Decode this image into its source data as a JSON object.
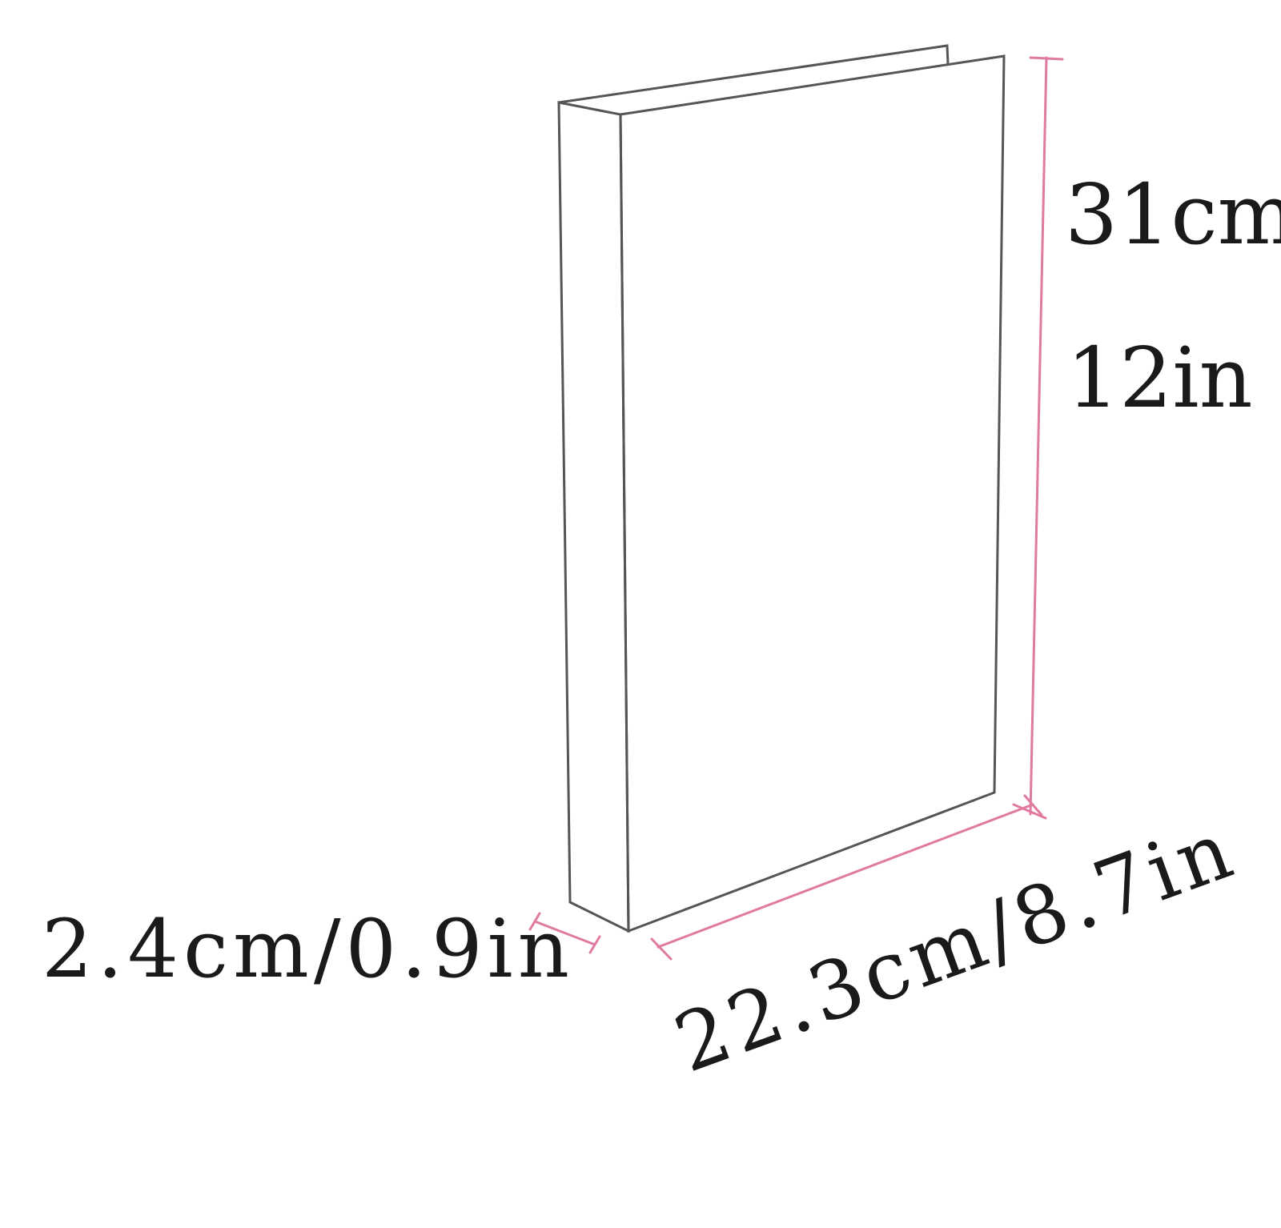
{
  "diagram": {
    "subject": "book",
    "colors": {
      "outline": "#555555",
      "dimension_lines": "#e07aa0",
      "text": "#1a1a1a",
      "background": "#ffffff"
    },
    "dimensions": {
      "height_cm": "31cm",
      "height_in": "12in",
      "thickness": "2.4cm/0.9in",
      "width": "22.3cm/8.7in"
    }
  }
}
